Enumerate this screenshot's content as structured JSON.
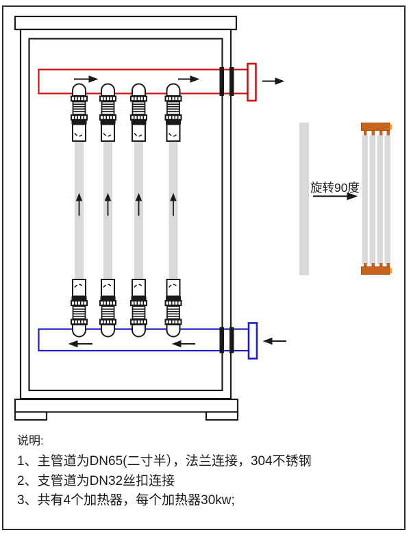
{
  "diagram": {
    "rotate_label": "旋转90度"
  },
  "notes": {
    "title": "说明:",
    "items": [
      "1、主管道为DN65(二寸半），法兰连接，304不锈钢",
      "2、支管道为DN32丝扣连接",
      "3、共有4个加热器，每个加热器30kw;"
    ]
  },
  "colors": {
    "line": "#1a1a1a",
    "supply_pipe_red": "#d01212",
    "return_pipe_blue": "#1c1ccc",
    "heater_tube_gray": "#d9d9d9",
    "manifold_orange": "#c8641e",
    "terminal_gold": "#e2aa31"
  }
}
